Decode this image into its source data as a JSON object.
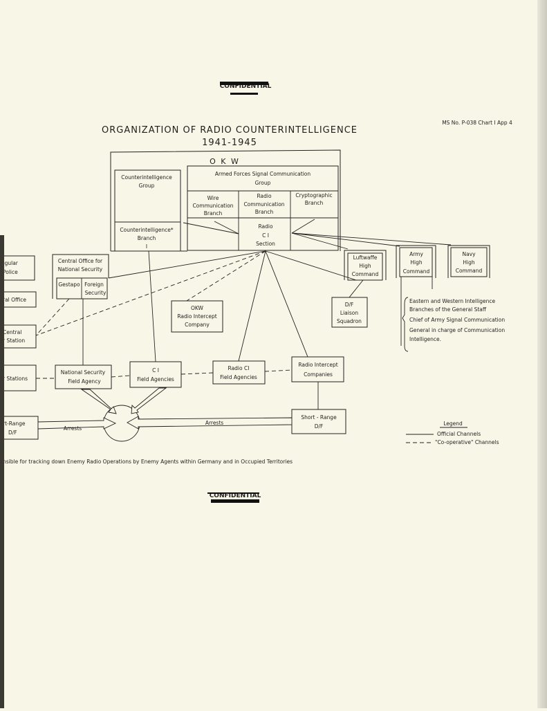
{
  "stamps": {
    "top": "CONFIDENTIAL",
    "bottom": "CONFIDENTIAL"
  },
  "reference": "MS No. P-038 Chart I App 4",
  "title": "ORGANIZATION OF RADIO COUNTERINTELLIGENCE",
  "subtitle": "1941-1945",
  "okw": {
    "label": "O K W",
    "ci_group": [
      "Counterintelligence",
      "Group"
    ],
    "ci_branch": [
      "Counterintelligence*",
      "Branch",
      "I"
    ],
    "afsc_group": [
      "Armed Forces Signal Communication",
      "Group"
    ],
    "wire_branch": [
      "Wire",
      "Communication",
      "Branch"
    ],
    "radio_branch": [
      "Radio",
      "Communication",
      "Branch"
    ],
    "crypto_branch": [
      "Cryptographic",
      "Branch"
    ],
    "radio_ci_section": [
      "Radio",
      "C I",
      "Section"
    ]
  },
  "commands": {
    "luftwaffe": [
      "Luftwaffe",
      "High",
      "Command"
    ],
    "army": [
      "Army",
      "High",
      "Command"
    ],
    "navy": [
      "Navy",
      "High",
      "Command"
    ]
  },
  "army_note": [
    "Eastern and Western Intelligence",
    "Branches of the General Staff",
    "Chief of Army Signal Communication",
    "General in charge of Communication",
    "Intelligence."
  ],
  "central_office": {
    "title": [
      "Central Office for",
      "National Security"
    ],
    "gestapo": "Gestapo",
    "foreign": [
      "Foreign",
      "Security"
    ]
  },
  "left_boxes": [
    [
      "egular",
      "Police"
    ],
    [
      "ral Office"
    ],
    [
      "Central",
      "r Station"
    ],
    [
      "r Stations"
    ],
    [
      "rt-Range",
      "D/F"
    ]
  ],
  "okw_intercept": [
    "OKW",
    "Radio Intercept",
    "Company"
  ],
  "df_liaison": [
    "D/F",
    "Liaison",
    "Squadron"
  ],
  "ns_field": [
    "National Security",
    "Field Agency"
  ],
  "ci_field": [
    "C I",
    "Field Agencies"
  ],
  "radio_ci_field": [
    "Radio CI",
    "Field Agencies"
  ],
  "radio_intercept": [
    "Radio Intercept",
    "Companies"
  ],
  "short_range": [
    "Short - Range",
    "D/F"
  ],
  "arrests_left": "Arrests",
  "arrests_right": "Arrests",
  "footnote": "nsible for tracking down Enemy Radio Operations by Enemy Agents within Germany and in Occupied Territories",
  "legend": {
    "title": "Legend",
    "official": "Official Channels",
    "cooperative": "\"Co-operative\" Channels"
  }
}
